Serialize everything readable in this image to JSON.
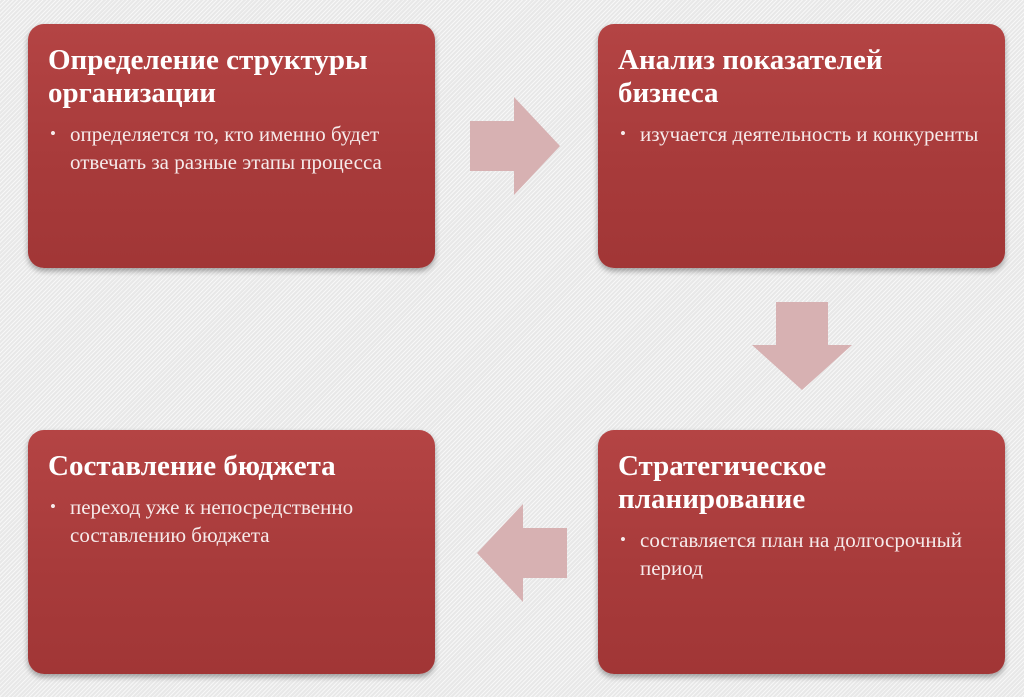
{
  "steps": [
    {
      "title": "Определение структуры организации",
      "items": [
        "определяется то, кто именно будет отвечать за разные этапы процесса"
      ]
    },
    {
      "title": "Анализ показателей бизнеса",
      "items": [
        "изучается деятельность и конкуренты"
      ]
    },
    {
      "title": "Стратегическое планирование",
      "items": [
        "составляется план на долгосрочный период"
      ]
    },
    {
      "title": "Составление бюджета",
      "items": [
        "переход уже к непосредственно составлению бюджета"
      ]
    }
  ],
  "bullet_glyph": "•",
  "colors": {
    "box_fill": "#a83b3b",
    "arrow_fill": "#d7b1b2",
    "background": "#eeeeee"
  },
  "arrows": [
    "arrow-right-icon",
    "arrow-down-icon",
    "arrow-left-icon"
  ]
}
